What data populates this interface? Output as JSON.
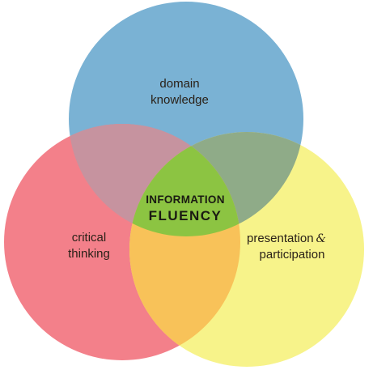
{
  "colors": {
    "domain_knowledge": "#7ab2d4",
    "critical_thinking": "#f3808a",
    "presentation_participation": "#f7f38a",
    "blue_red": "#c6939f",
    "blue_yellow": "#8fab88",
    "red_yellow": "#f8c259",
    "center": "#8cc442"
  },
  "circles": {
    "domain_knowledge": {
      "line1": "domain",
      "line2": "knowledge"
    },
    "critical_thinking": {
      "line1": "critical",
      "line2": "thinking"
    },
    "presentation_participation": {
      "line1": "presentation",
      "line1_symbol": "&",
      "line2": "participation"
    }
  },
  "center": {
    "line1": "INFORMATION",
    "line2": "FLUENCY"
  }
}
